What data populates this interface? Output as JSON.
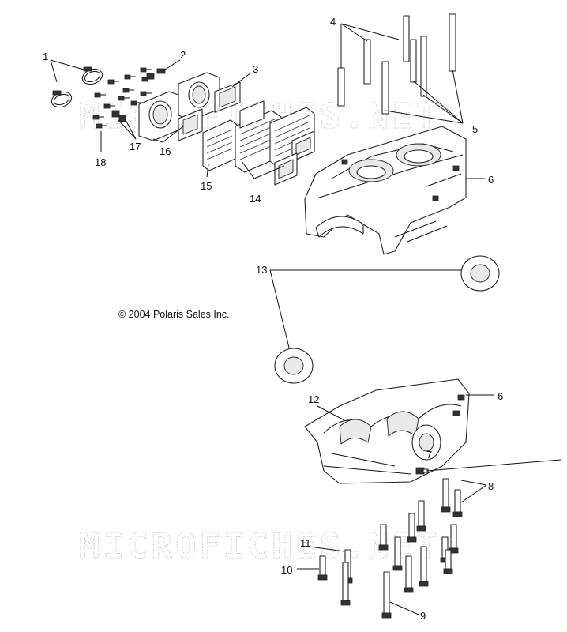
{
  "copyright": "© 2004 Polaris Sales Inc.",
  "watermark": "MICROFICHES.NET",
  "callouts": {
    "c1": "1",
    "c2": "2",
    "c3": "3",
    "c4": "4",
    "c5": "5",
    "c6a": "6",
    "c6b": "6",
    "c7": "7",
    "c8": "8",
    "c9": "9",
    "c10": "10",
    "c11": "11",
    "c12": "12",
    "c13": "13",
    "c14": "14",
    "c15": "15",
    "c16": "16",
    "c17": "17",
    "c18": "18"
  }
}
